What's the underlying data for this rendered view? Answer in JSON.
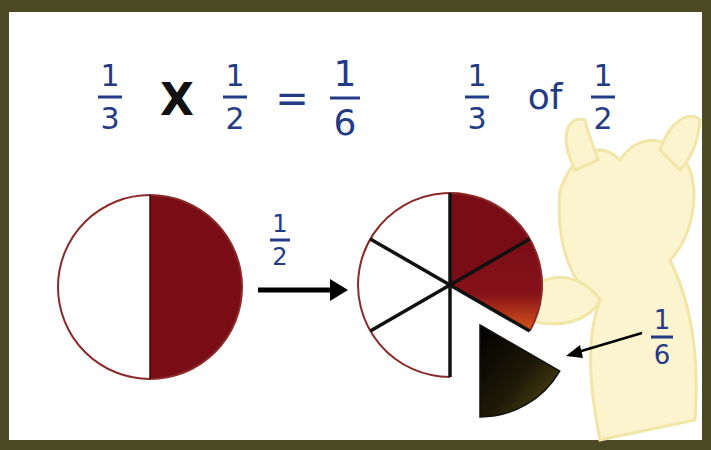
{
  "diagram": {
    "labels": [
      "1",
      "3",
      "X",
      "1",
      "2",
      "=",
      "1",
      "6",
      "1",
      "3",
      "of",
      "1",
      "2",
      "1",
      "2",
      "1",
      "6"
    ]
  }
}
